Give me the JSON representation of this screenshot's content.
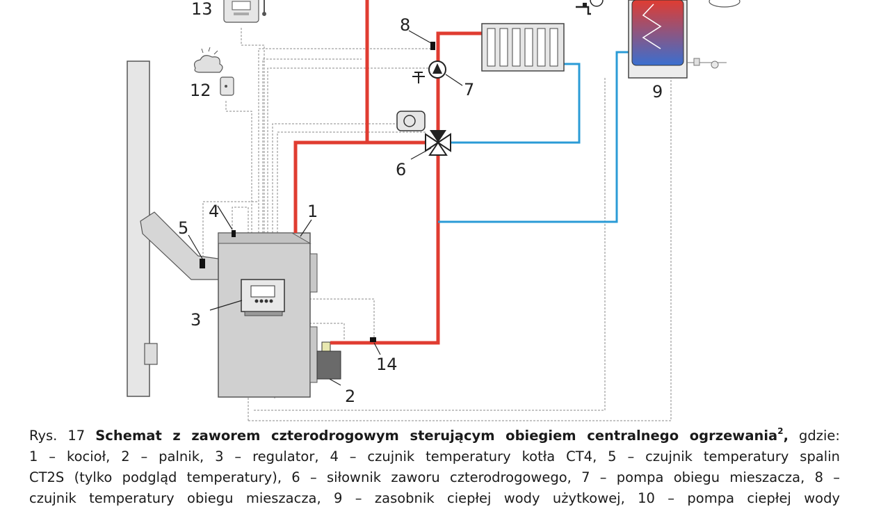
{
  "labels": {
    "l1": "1",
    "l2": "2",
    "l3": "3",
    "l4": "4",
    "l5": "5",
    "l6": "6",
    "l7": "7",
    "l8": "8",
    "l9": "9",
    "l12": "12",
    "l13": "13",
    "l14": "14"
  },
  "caption": {
    "prefix": "Rys. 17",
    "title": "Schemat z zaworem czterodrogowym sterującym obiegiem centralnego ogrzewania",
    "footnote": "2",
    "comma": ",",
    "suffix": " gdzie:",
    "line2": "1 – kocioł, 2 – palnik, 3 – regulator, 4 – czujnik temperatury kotła CT4, 5 – czujnik temperatury  spalin",
    "line3": "CT2S (tylko podgląd temperatury), 6 – siłownik zaworu czterodrogowego, 7 – pompa obiegu mieszacza, 8 –",
    "line4": "czujnik temperatury obiegu mieszacza, 9 – zasobnik ciepłej wody użytkowej, 10 – pompa ciepłej wody"
  },
  "colors": {
    "supply": "#e03c31",
    "return": "#2a9bd6",
    "wiring": "#777777"
  }
}
